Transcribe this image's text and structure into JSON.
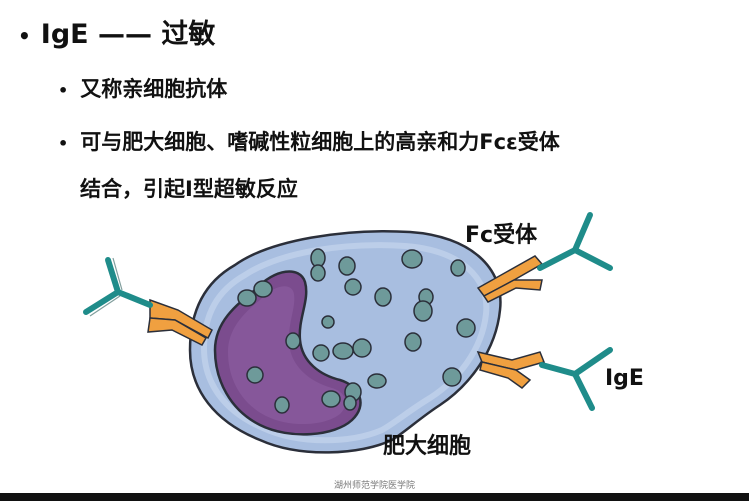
{
  "slide": {
    "title": "IgE —— 过敏",
    "bullets": [
      "又称亲细胞抗体",
      "可与肥大细胞、嗜碱性粒细胞上的高亲和力Fcε受体"
    ],
    "bullet2_continuation": "结合，引起I型超敏反应",
    "bullet_glyph": "•"
  },
  "figure": {
    "fc_receptor_label": "Fc受体",
    "ige_label": "IgE",
    "mast_cell_label": "肥大细胞",
    "colors": {
      "cell_body": "#A8BEE0",
      "cell_outline": "#2B2F3A",
      "nucleus": "#7B4C8E",
      "granule": "#6E9A9A",
      "receptor": "#F0A040",
      "antibody": "#1F8C8A"
    }
  },
  "footer": {
    "text": "湖州师范学院医学院"
  }
}
